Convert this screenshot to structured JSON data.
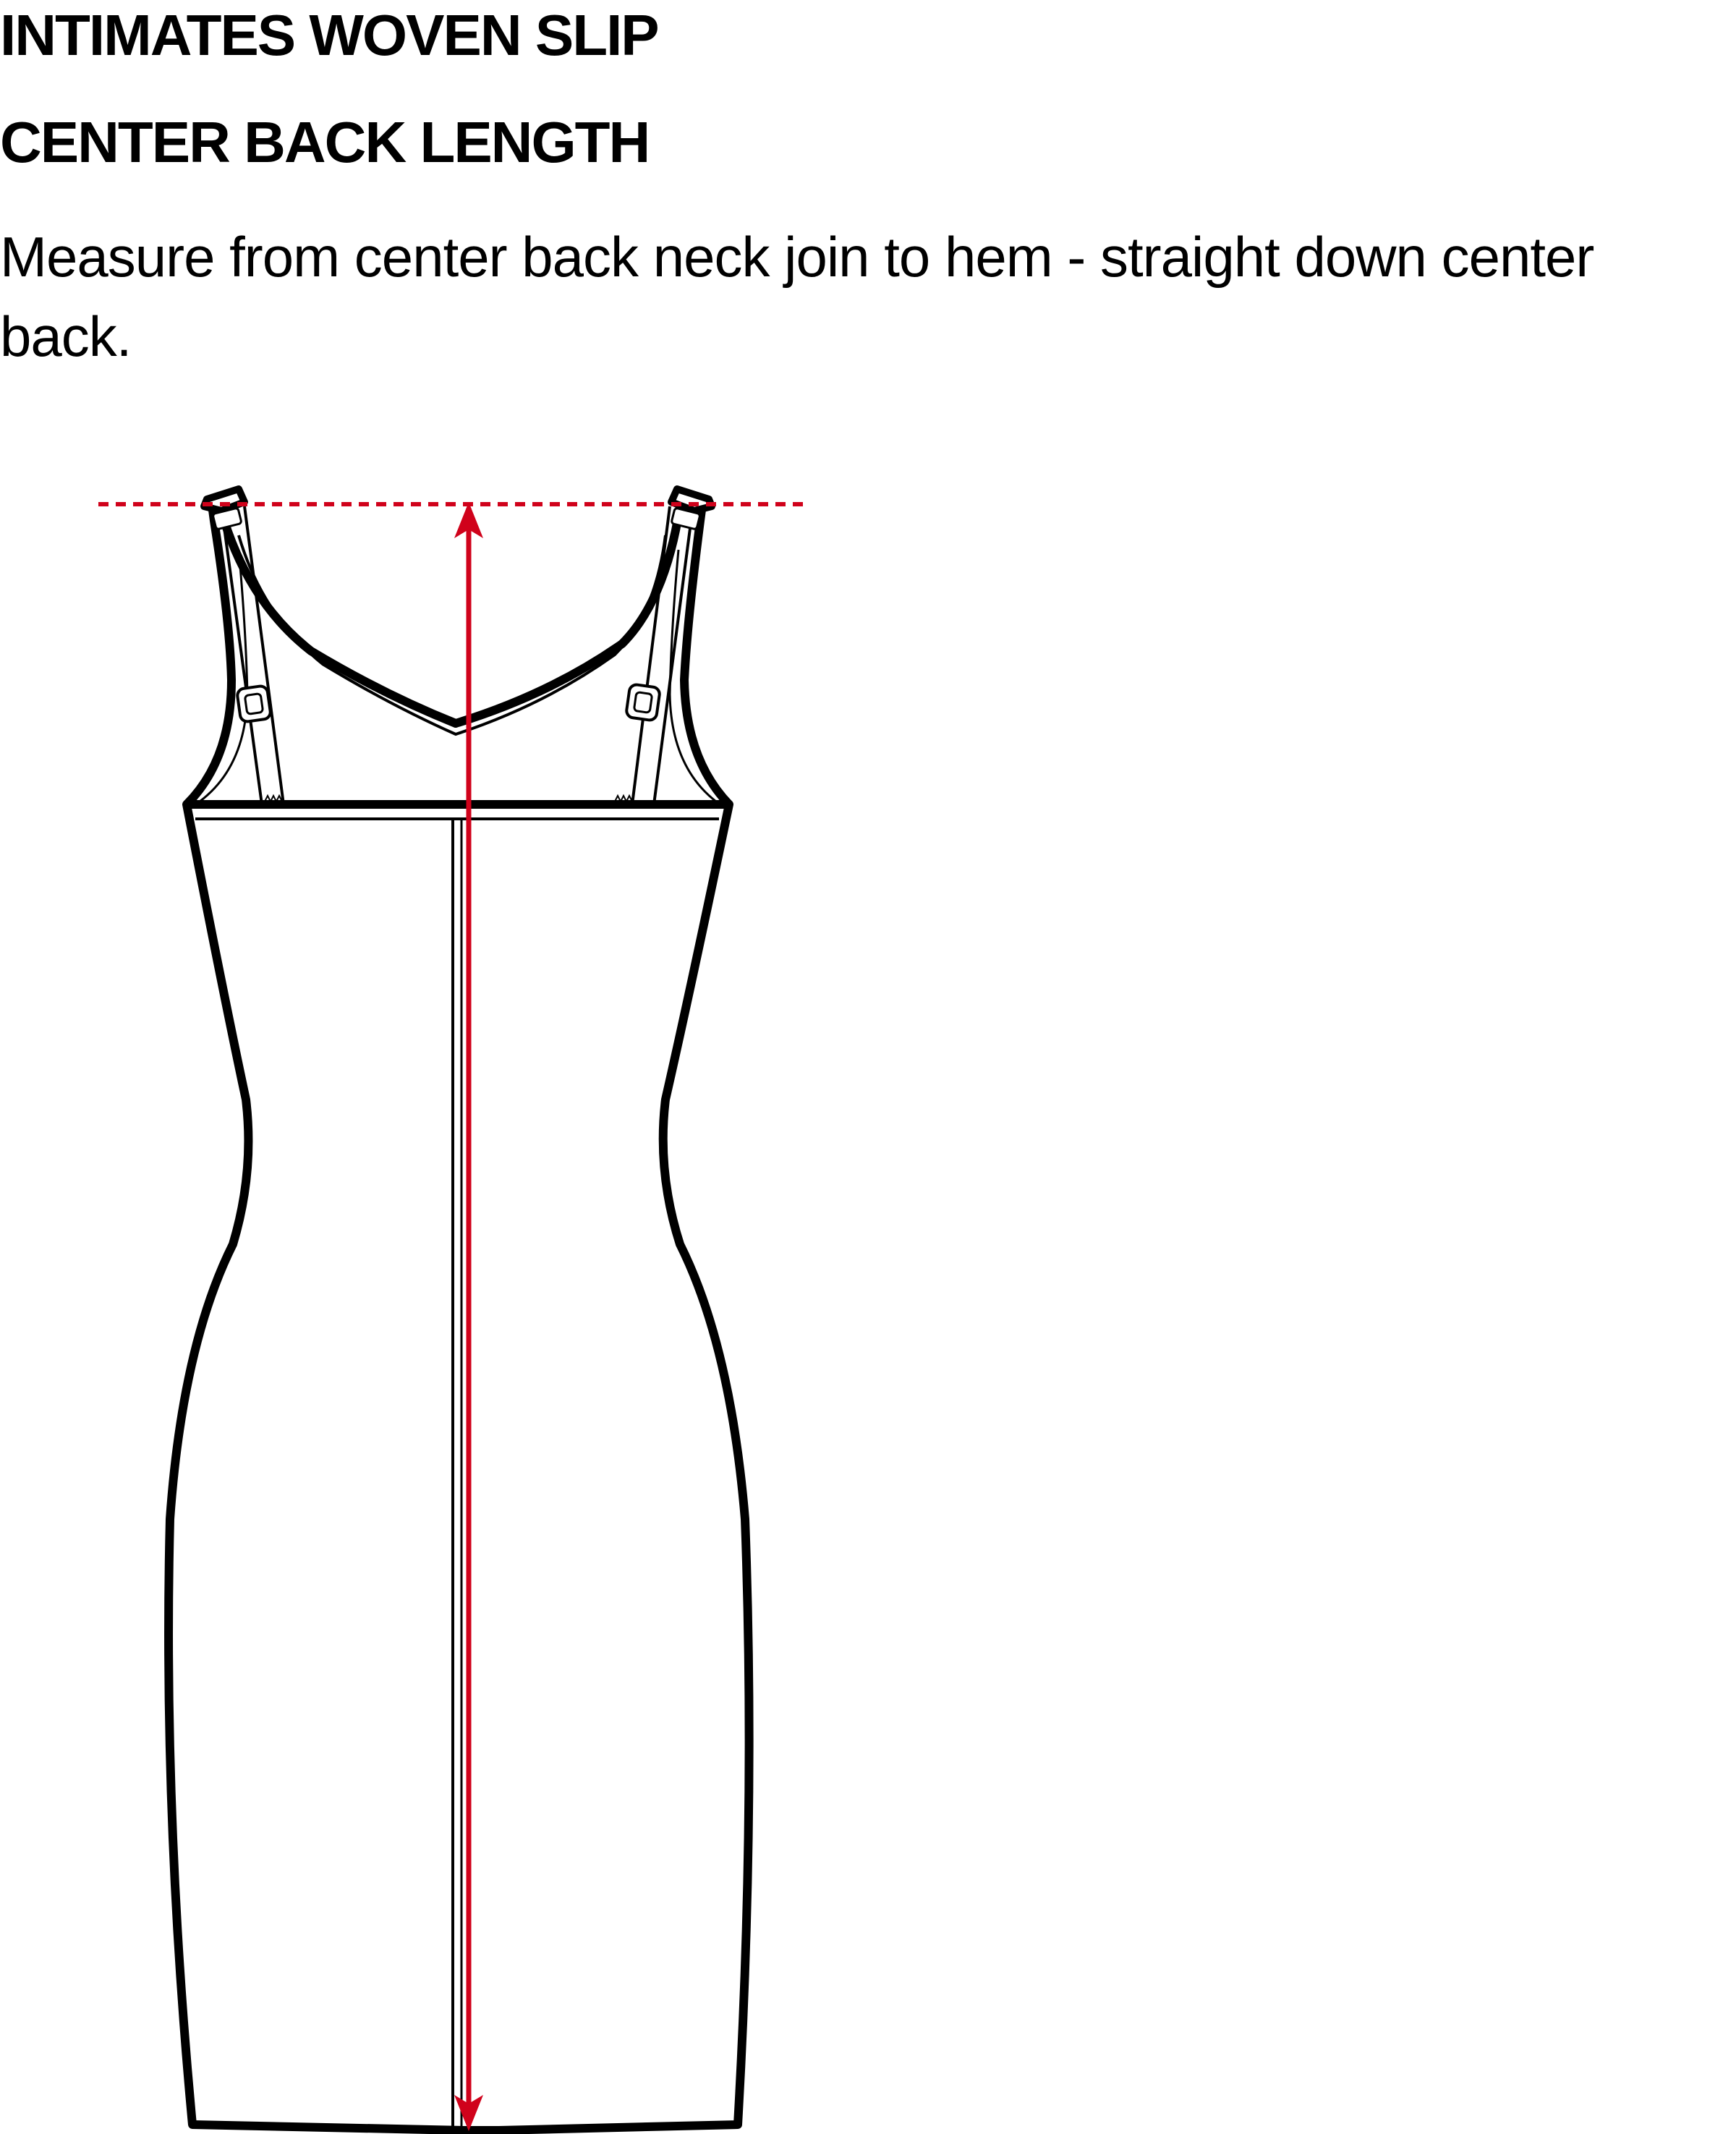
{
  "header": {
    "title": "INTIMATES WOVEN SLIP",
    "subtitle": "CENTER BACK LENGTH",
    "instructions": "Measure from center back neck join to hem - straight down center back."
  },
  "diagram": {
    "garment": "woven slip, back view",
    "measurement": "center back length",
    "colors": {
      "outline": "#000000",
      "measurement_line": "#d0021b",
      "fill": "#ffffff"
    }
  }
}
